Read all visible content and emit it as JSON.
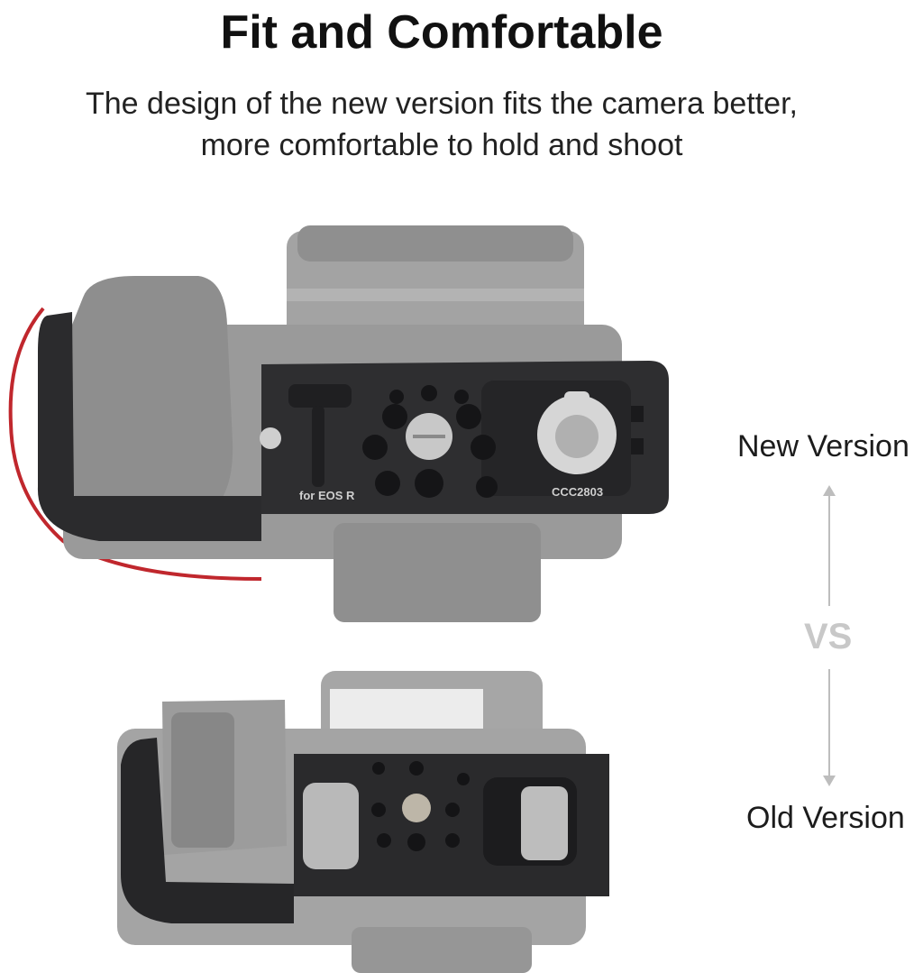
{
  "header": {
    "title": "Fit and Comfortable",
    "subtitle_line1": "The design of the new version fits the camera better,",
    "subtitle_line2": "more comfortable to hold and shoot"
  },
  "comparison": {
    "new_label": "New Version",
    "vs_label": "VS",
    "old_label": "Old Version"
  },
  "new_cage": {
    "engraving_model": "for EOS R",
    "engraving_code": "CCC2803"
  },
  "colors": {
    "highlight_curve": "#c0272d",
    "cage_plate": "#2e2e30",
    "camera_body": "#9a9a9a",
    "vs_text": "#c8c8c8"
  }
}
